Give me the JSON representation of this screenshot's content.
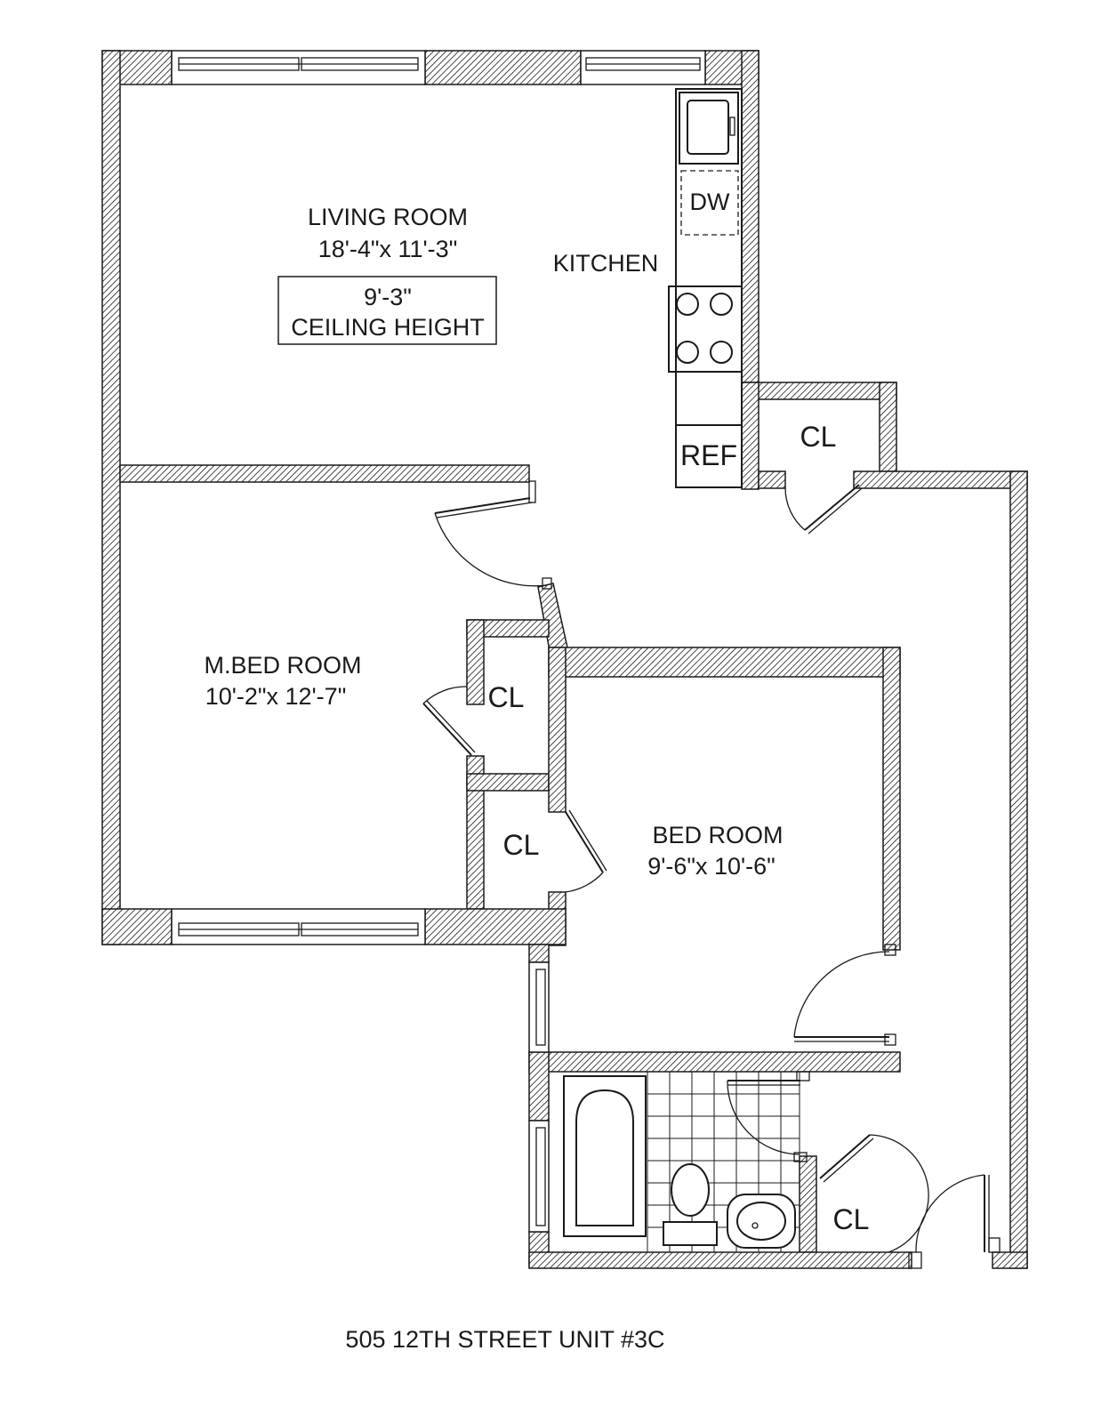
{
  "rooms": {
    "living": {
      "name": "LIVING ROOM",
      "size": "18'-4\"x 11'-3\""
    },
    "ceiling": {
      "height": "9'-3\"",
      "label": "CEILING HEIGHT"
    },
    "kitchen": {
      "name": "KITCHEN"
    },
    "dishwasher": {
      "label": "DW"
    },
    "refrigerator": {
      "label": "REF"
    },
    "closet_entry": {
      "label": "CL"
    },
    "master_bedroom": {
      "name": "M.BED ROOM",
      "size": "10'-2\"x 12'-7\""
    },
    "closet_master": {
      "label": "CL"
    },
    "closet_bedroom": {
      "label": "CL"
    },
    "bedroom": {
      "name": "BED ROOM",
      "size": "9'-6\"x 10'-6\""
    },
    "closet_hall": {
      "label": "CL"
    }
  },
  "caption": {
    "address": "505 12TH STREET UNIT #3C"
  }
}
